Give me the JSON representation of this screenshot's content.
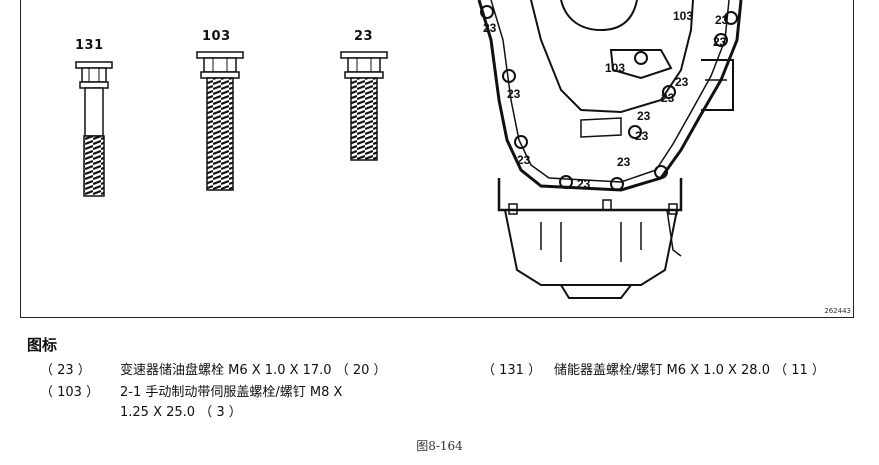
{
  "figure": {
    "code": "262443",
    "bolts": [
      {
        "label": "131"
      },
      {
        "label": "103"
      },
      {
        "label": "23"
      }
    ],
    "callouts": [
      "103",
      "103",
      "23",
      "23",
      "23",
      "23",
      "23",
      "23",
      "23",
      "23",
      "23",
      "23",
      "23"
    ]
  },
  "legend": {
    "title": "图标",
    "items": [
      {
        "num": "（ 23 ）",
        "desc": "变速器储油盘螺栓 M6 X 1.0 X 17.0 （ 20 ）"
      },
      {
        "num": "（ 103 ）",
        "desc": "2-1 手动制动带伺服盖螺栓/螺钉 M8 X",
        "desc2": "1.25 X 25.0 （ 3 ）"
      },
      {
        "num": "（ 131 ）",
        "desc": "储能器盖螺栓/螺钉 M6 X 1.0 X 28.0 （ 11 ）"
      }
    ]
  },
  "caption": "图8-164"
}
